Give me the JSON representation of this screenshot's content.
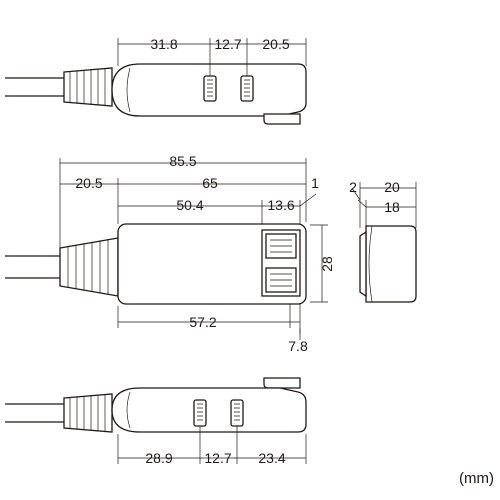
{
  "unit_label": "(mm)",
  "views": {
    "top": {
      "dims": [
        "31.8",
        "12.7",
        "20.5"
      ]
    },
    "front": {
      "overall": "85.5",
      "offset": "20.5",
      "body_length": "65",
      "to_socket": "50.4",
      "socket_width": "13.6",
      "edge_gap": "1",
      "bottom_to_socket": "57.2",
      "socket_offset_bottom": "7.8",
      "height": "28"
    },
    "side": {
      "step": "2",
      "width_outer": "20",
      "width_inner": "18"
    },
    "bottom": {
      "dims": [
        "28.9",
        "12.7",
        "23.4"
      ]
    }
  },
  "colors": {
    "line": "#231815",
    "fill": "#ffffff"
  }
}
